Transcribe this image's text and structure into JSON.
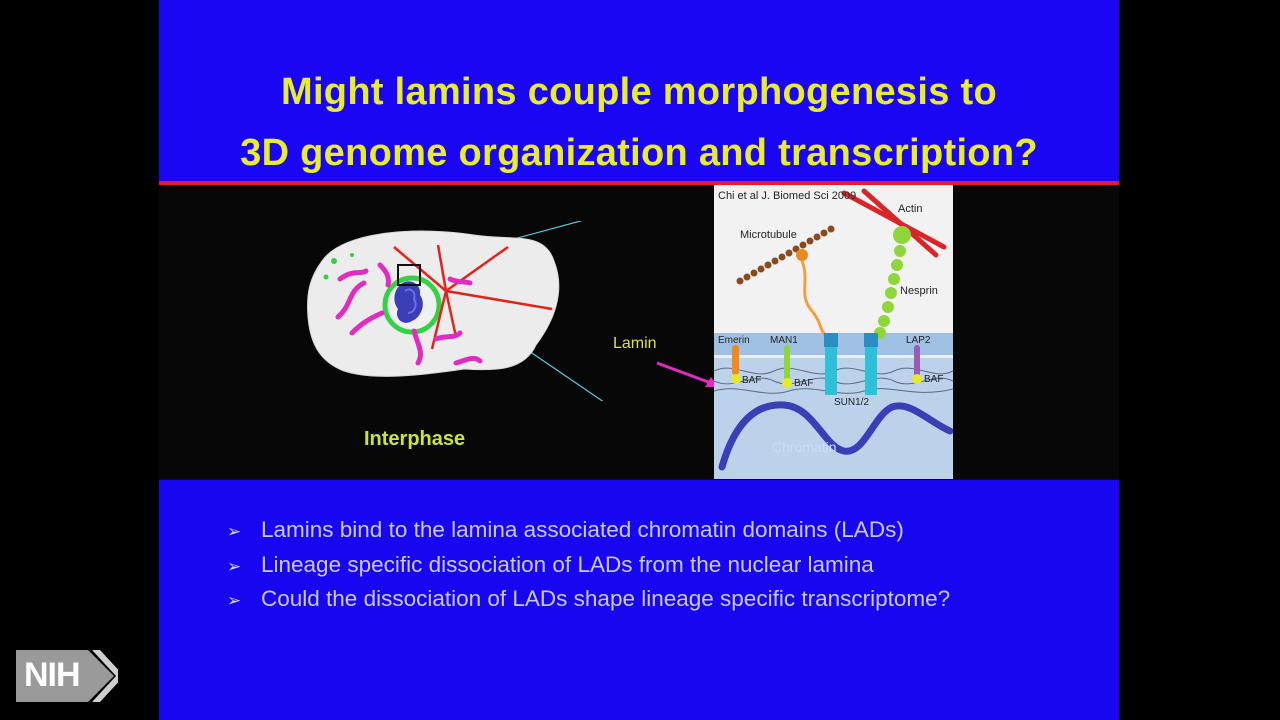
{
  "slide": {
    "title_line1": "Might lamins couple morphogenesis to",
    "title_line2": "3D genome organization and transcription?",
    "cell_caption": "Interphase",
    "lamin_label": "Lamin",
    "diagram": {
      "citation": "Chi et al J. Biomed Sci 2009",
      "labels": {
        "actin": "Actin",
        "microtubule": "Microtubule",
        "nesprin": "Nesprin",
        "emerin": "Emerin",
        "man1": "MAN1",
        "lap2": "LAP2",
        "baf": "BAF",
        "sun": "SUN1/2",
        "chromatin": "Chromatin"
      }
    },
    "bullets": [
      "Lamins bind to the lamina associated chromatin domains (LADs)",
      "Lineage specific dissociation of LADs from the nuclear lamina",
      "Could the dissociation of LADs shape lineage specific transcriptome?"
    ]
  },
  "logo": {
    "text": "NIH"
  },
  "colors": {
    "title_band": "#1a06f2",
    "title_text": "#e8ec30",
    "rule": "#e0201e",
    "bullet_band": "#1906f0",
    "bullet_text": "#c9c9f3"
  }
}
